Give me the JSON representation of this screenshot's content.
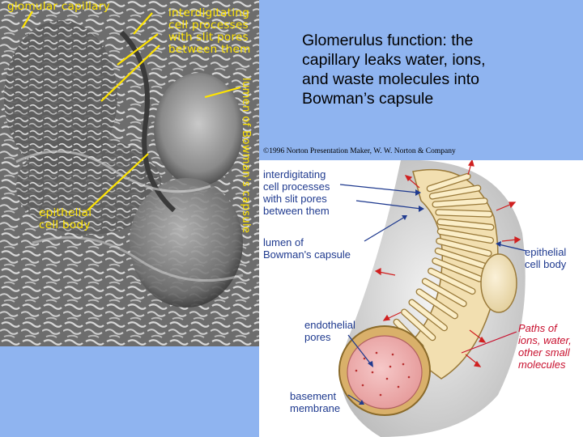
{
  "caption": {
    "lines": [
      "Glomerulus function: the",
      "capillary leaks water, ions,",
      "and waste molecules into",
      "Bowman’s capsule"
    ]
  },
  "credit": "©1996 Norton Presentation Maker, W. W. Norton & Company",
  "micrograph": {
    "label_glomular_capillary": "glomular capillary",
    "label_interdigitating": [
      "interdigitating",
      "cell processes",
      "with slit pores",
      "between them"
    ],
    "label_lumen_vertical": "lumen of Bowman's capsule",
    "label_epithelial": [
      "epithelial",
      "cell body"
    ]
  },
  "diagram": {
    "label_interdigitating": [
      "interdigitating",
      "cell processes",
      "with slit pores",
      "between them"
    ],
    "label_lumen": [
      "lumen of",
      "Bowman's capsule"
    ],
    "label_epithelial": [
      "epithelial",
      "cell body"
    ],
    "label_endothelial": [
      "endothelial",
      "pores"
    ],
    "label_paths": [
      "Paths of",
      "ions, water,",
      "other small",
      "molecules"
    ],
    "label_basement": [
      "basement",
      "membrane"
    ]
  },
  "colors": {
    "background": "#8fb4f0",
    "micro_label": "#ffe400",
    "diagram_label": "#1f3a8f",
    "paths_label": "#c8102e"
  }
}
